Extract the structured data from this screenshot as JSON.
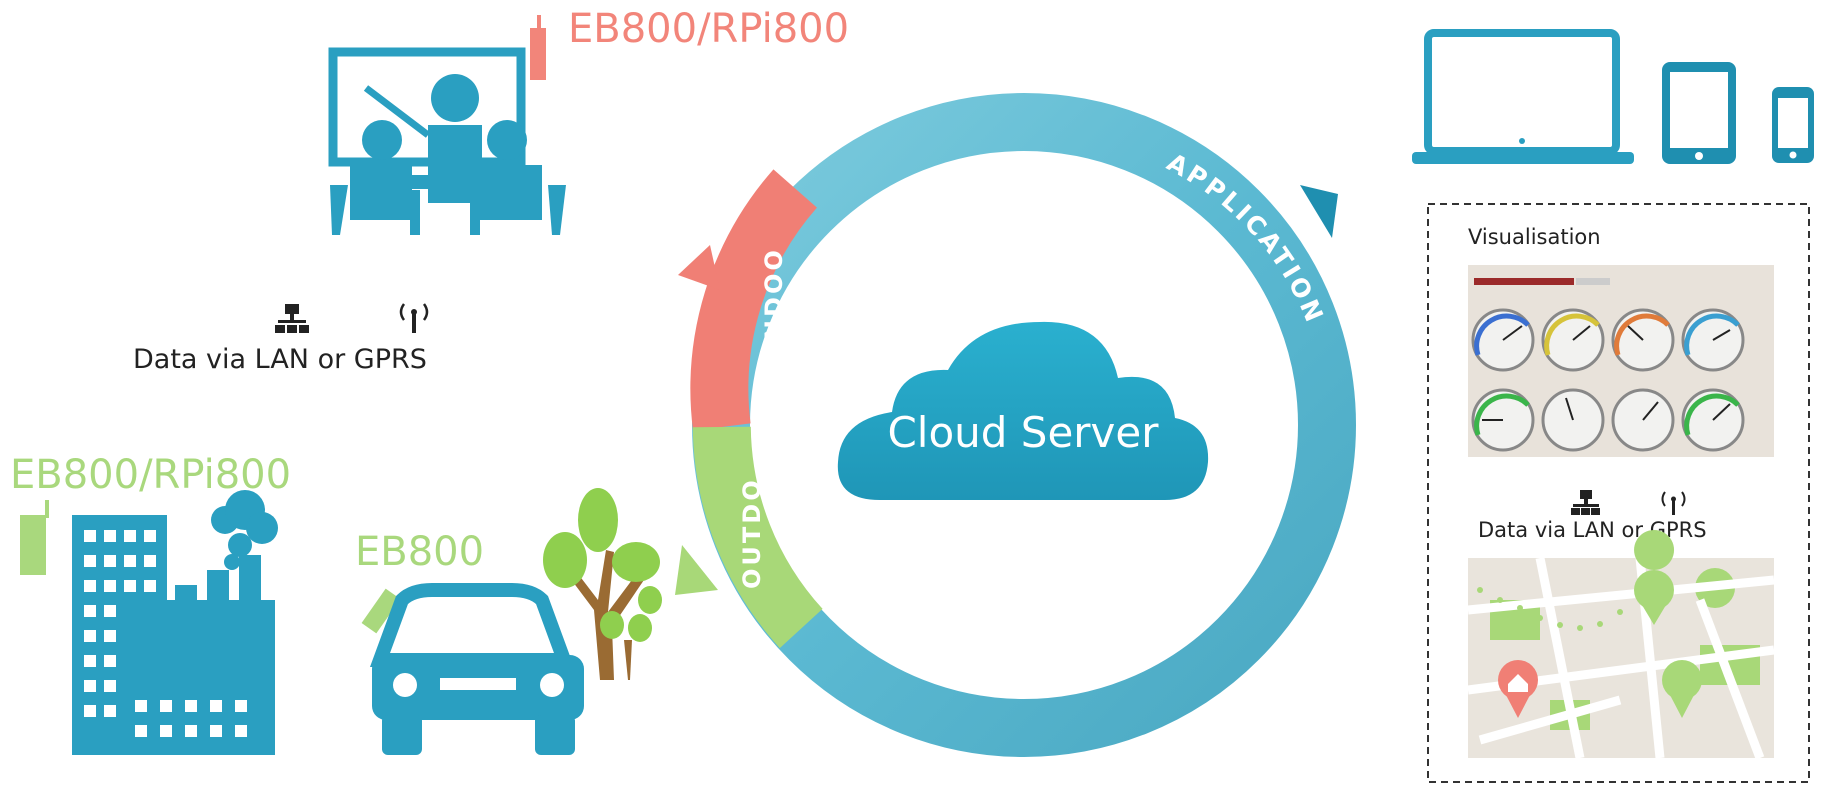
{
  "labels": {
    "device_top": "EB800/RPi800",
    "device_left": "EB800/RPi800",
    "device_car": "EB800",
    "data_via_left": "Data via LAN or GPRS",
    "data_via_right": "Data via LAN or GPRS",
    "visualisation": "Visualisation",
    "cloud": "Cloud Server"
  },
  "ring_segments": {
    "indoors": "INDOORS",
    "outdoors": "OUTDOORS",
    "applications": "APPLICATIONS"
  },
  "colors": {
    "teal": "#2a9fc1",
    "teal_dark": "#1f8fb0",
    "ring_light": "#72c6d9",
    "salmon": "#f07f75",
    "green": "#a8d878",
    "green_text": "#a9d87d",
    "salmon_text": "#f2857a"
  }
}
